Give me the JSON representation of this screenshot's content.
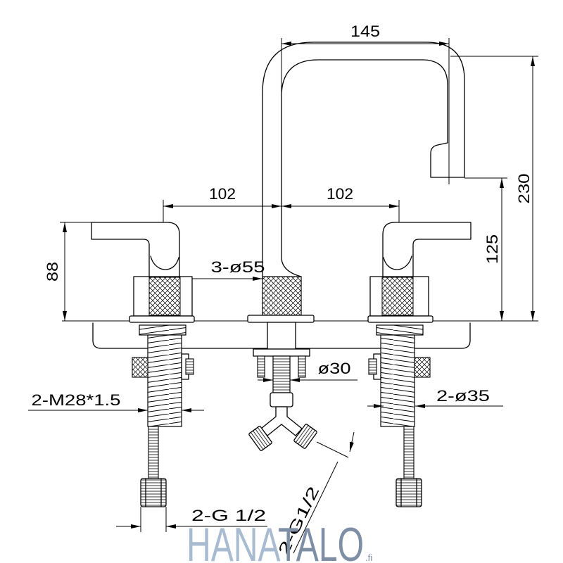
{
  "dimensions": {
    "spout_reach": "145",
    "total_height": "230",
    "left_spacing": "102",
    "right_spacing": "102",
    "spout_height": "125",
    "handle_height": "88",
    "body_diameter": "3-ø55",
    "center_shank_diameter": "ø30",
    "valve_thread": "2-M28*1.5",
    "valve_shank_diameter": "2-ø35",
    "hose_connection": "2-G 1/2",
    "outlet_connection": "2-G1/2"
  },
  "watermark": {
    "part1": "HANA",
    "part2": "TALO",
    "suffix": ".fi"
  },
  "colors": {
    "line": "#000000",
    "background": "#ffffff",
    "watermark_light": "#a9bbd0",
    "watermark_dark": "#7d8ea5"
  }
}
